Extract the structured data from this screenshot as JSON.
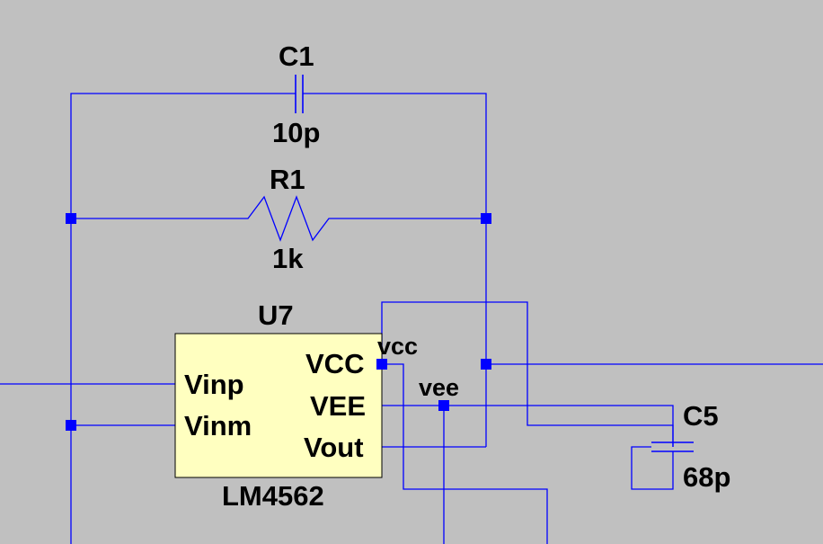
{
  "colors": {
    "background": "#c0c0c0",
    "wire": "#0000ff",
    "ic_body": "#ffffc0",
    "text": "#000000"
  },
  "components": {
    "c1": {
      "ref": "C1",
      "value": "10p"
    },
    "r1": {
      "ref": "R1",
      "value": "1k"
    },
    "u7": {
      "ref": "U7",
      "part": "LM4562",
      "pins": {
        "vinp": "Vinp",
        "vinm": "Vinm",
        "vcc": "VCC",
        "vee": "VEE",
        "vout": "Vout"
      }
    },
    "c5": {
      "ref": "C5",
      "value": "68p"
    }
  },
  "nets": {
    "vcc": "vcc",
    "vee": "vee"
  }
}
